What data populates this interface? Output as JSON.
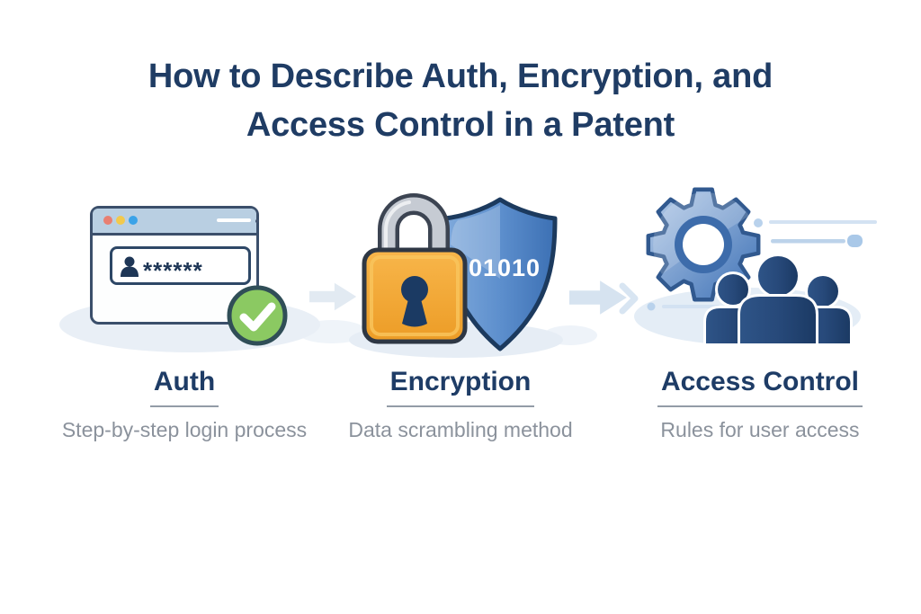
{
  "title": {
    "line1": "How to Describe Auth, Encryption, and",
    "line2": "Access Control in a Patent"
  },
  "sections": [
    {
      "label": "Auth",
      "description": "Step-by-step login process"
    },
    {
      "label": "Encryption",
      "description": "Data scrambling method"
    },
    {
      "label": "Access Control",
      "description": "Rules for user access"
    }
  ],
  "icons": {
    "auth": {
      "name": "login-window-with-checkmark",
      "password_mask": "******",
      "user_icon": "user-silhouette",
      "check_icon": "green-checkmark"
    },
    "encryption": {
      "name": "padlock-and-shield",
      "shield_code": "101010"
    },
    "access": {
      "name": "gear-and-user-group"
    },
    "connector": "arrow-right"
  },
  "colors": {
    "title_navy": "#1f3c64",
    "label_navy": "#1e3c66",
    "subtitle_gray": "#8b929c",
    "underline_gray": "#939ca7",
    "arrow_light_blue": "#e2eaf2",
    "window_titlebar": "#b9cfe2",
    "dot_red": "#e87f72",
    "dot_yellow": "#f2c94c",
    "dot_blue": "#3ba3e8",
    "check_green": "#8bc962",
    "lock_orange": "#f3a735",
    "shield_blue": "#4a7cc0",
    "gear_blue": "#4679bd",
    "people_navy": "#24487a",
    "shadow_blue": "#e6edf5"
  }
}
